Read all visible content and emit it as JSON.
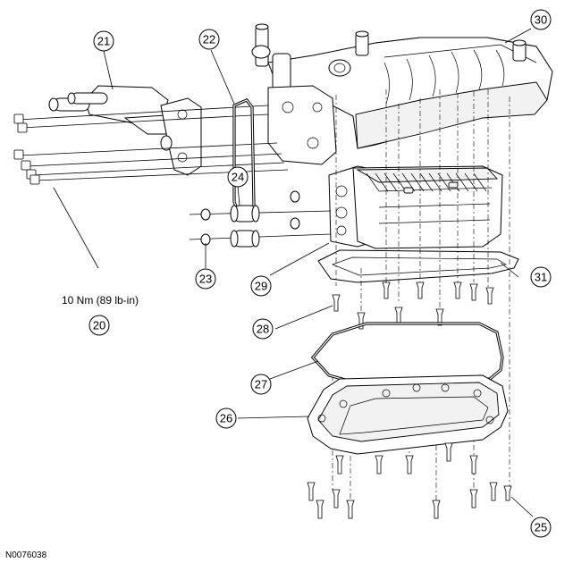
{
  "figure_id": "N0076038",
  "torque_spec": "10 Nm (89 lb-in)",
  "callouts": [
    "20",
    "21",
    "22",
    "23",
    "24",
    "25",
    "26",
    "27",
    "28",
    "29",
    "30",
    "31"
  ]
}
